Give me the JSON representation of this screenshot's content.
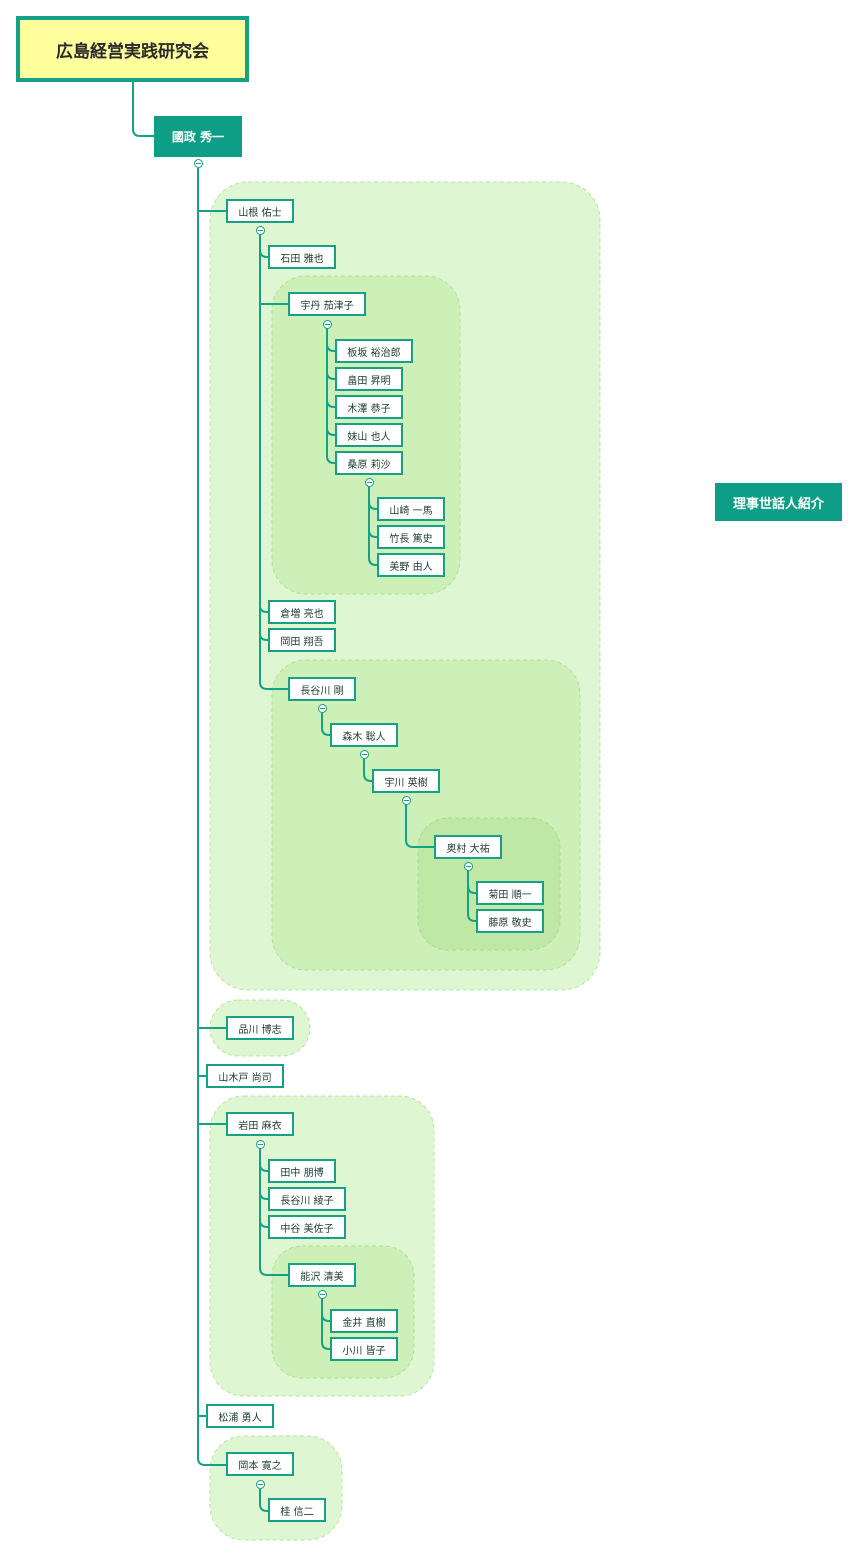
{
  "root": {
    "label": "広島経営実践研究会"
  },
  "leader": {
    "label": "國政 秀一"
  },
  "side_topic": {
    "label": "理事世話人紹介"
  },
  "members": {
    "yamane": "山根 佑士",
    "ishida": "石田 雅也",
    "utan": "宇丹 茄津子",
    "itasaka": "板坂 裕治郎",
    "hatada": "畠田 昇明",
    "kizawa": "木澤 恭子",
    "seyama": "妹山 也人",
    "kuwahara": "桑原 莉沙",
    "yamasaki": "山崎 一馬",
    "takenaga": "竹長 篤史",
    "mino": "美野 由人",
    "kuramasu": "倉増 亮也",
    "okada": "岡田 翔吾",
    "hasegawa_tsuyoshi": "長谷川 剛",
    "moriki": "森木 聡人",
    "ukawa": "宇川 英樹",
    "okumura": "奥村 大祐",
    "kikuta": "菊田 順一",
    "fujiwara": "藤原 敬史",
    "shinagawa": "品川 博志",
    "yamakido": "山木戸 尚司",
    "iwata": "岩田 麻衣",
    "tanaka": "田中 朋博",
    "hasegawa_ayako": "長谷川 綾子",
    "nakatani": "中谷 美佐子",
    "nozawa": "能沢 清美",
    "kanai": "金井 直樹",
    "ogawa": "小川 皆子",
    "matsuura": "松浦 勇人",
    "okamoto": "岡本 寛之",
    "katsura": "桂 信二"
  },
  "colors": {
    "line": "#16a085",
    "accent": "#0e9e85",
    "root_fill": "#ffff9e",
    "cloud_outer": "#dff6d3",
    "cloud_inner": "#cdefb8",
    "cloud_innermost": "#bfe8a6"
  }
}
